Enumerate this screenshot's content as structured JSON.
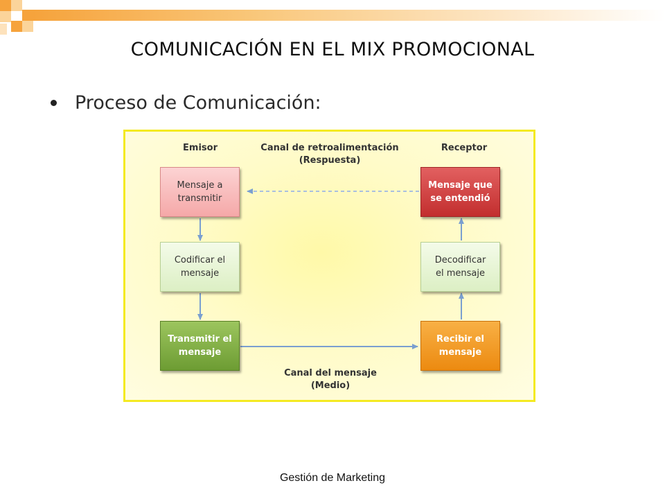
{
  "slide": {
    "title": "COMUNICACIÓN EN EL MIX PROMOCIONAL",
    "bullet": "Proceso de Comunicación:",
    "footer": "Gestión de Marketing"
  },
  "diagram": {
    "headers": {
      "emisor": "Emisor",
      "feedback_channel": "Canal de retroalimentación\n(Respuesta)",
      "receptor": "Receptor",
      "message_channel": "Canal del mensaje\n(Medio)"
    },
    "boxes": {
      "mensaje_a_transmitir": "Mensaje a\ntransmitir",
      "codificar": "Codificar el\nmensaje",
      "transmitir": "Transmitir el\nmensaje",
      "mensaje_entendido": "Mensaje que\nse entendió",
      "decodificar": "Decodificar\nel mensaje",
      "recibir": "Recibir el\nmensaje"
    },
    "colors": {
      "frame": "#f4ea22",
      "pink": "#f5a8a8",
      "light_green": "#dcefc4",
      "dark_green": "#6d9c33",
      "red": "#c22e2e",
      "orange": "#ec8a10",
      "arrow": "#7a9fd0"
    }
  }
}
